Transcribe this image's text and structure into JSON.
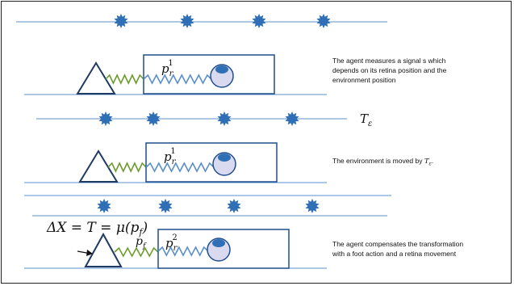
{
  "captions": {
    "step1": [
      "The agent measures a signal s which",
      "depends on its retina position and the",
      "environment position"
    ],
    "step2_prefix": "The environment is moved by ",
    "step2_symbol": "T",
    "step2_subscript": "ε",
    "step2_suffix": ".",
    "step3": [
      "The agent compensates the transformation",
      "with a foot action and a retina movement"
    ]
  },
  "labels": {
    "transform_symbol": "T",
    "transform_subscript": "ε",
    "p_r": "p",
    "p_r_sub": "r",
    "p_r_sup1": "1",
    "p_r_sup2": "2",
    "p_f": "p",
    "p_f_sub": "f",
    "equation": "ΔX = T = μ(p",
    "equation_sub": "f",
    "equation_close": ")"
  },
  "colors": {
    "line": "#5b8fc9",
    "star": "#2f6fb5",
    "spring_green": "#6c9b2c",
    "spring_blue": "#5b8fc9",
    "box": "#1f4e8c",
    "eye_fill": "#d9d9ef",
    "eye_pupil": "#2f6fb5",
    "triangle": "#1f3a63"
  },
  "icons": {
    "environment_feature": "starburst-icon",
    "agent_foot": "triangle-icon",
    "agent_eye": "eye-icon"
  }
}
